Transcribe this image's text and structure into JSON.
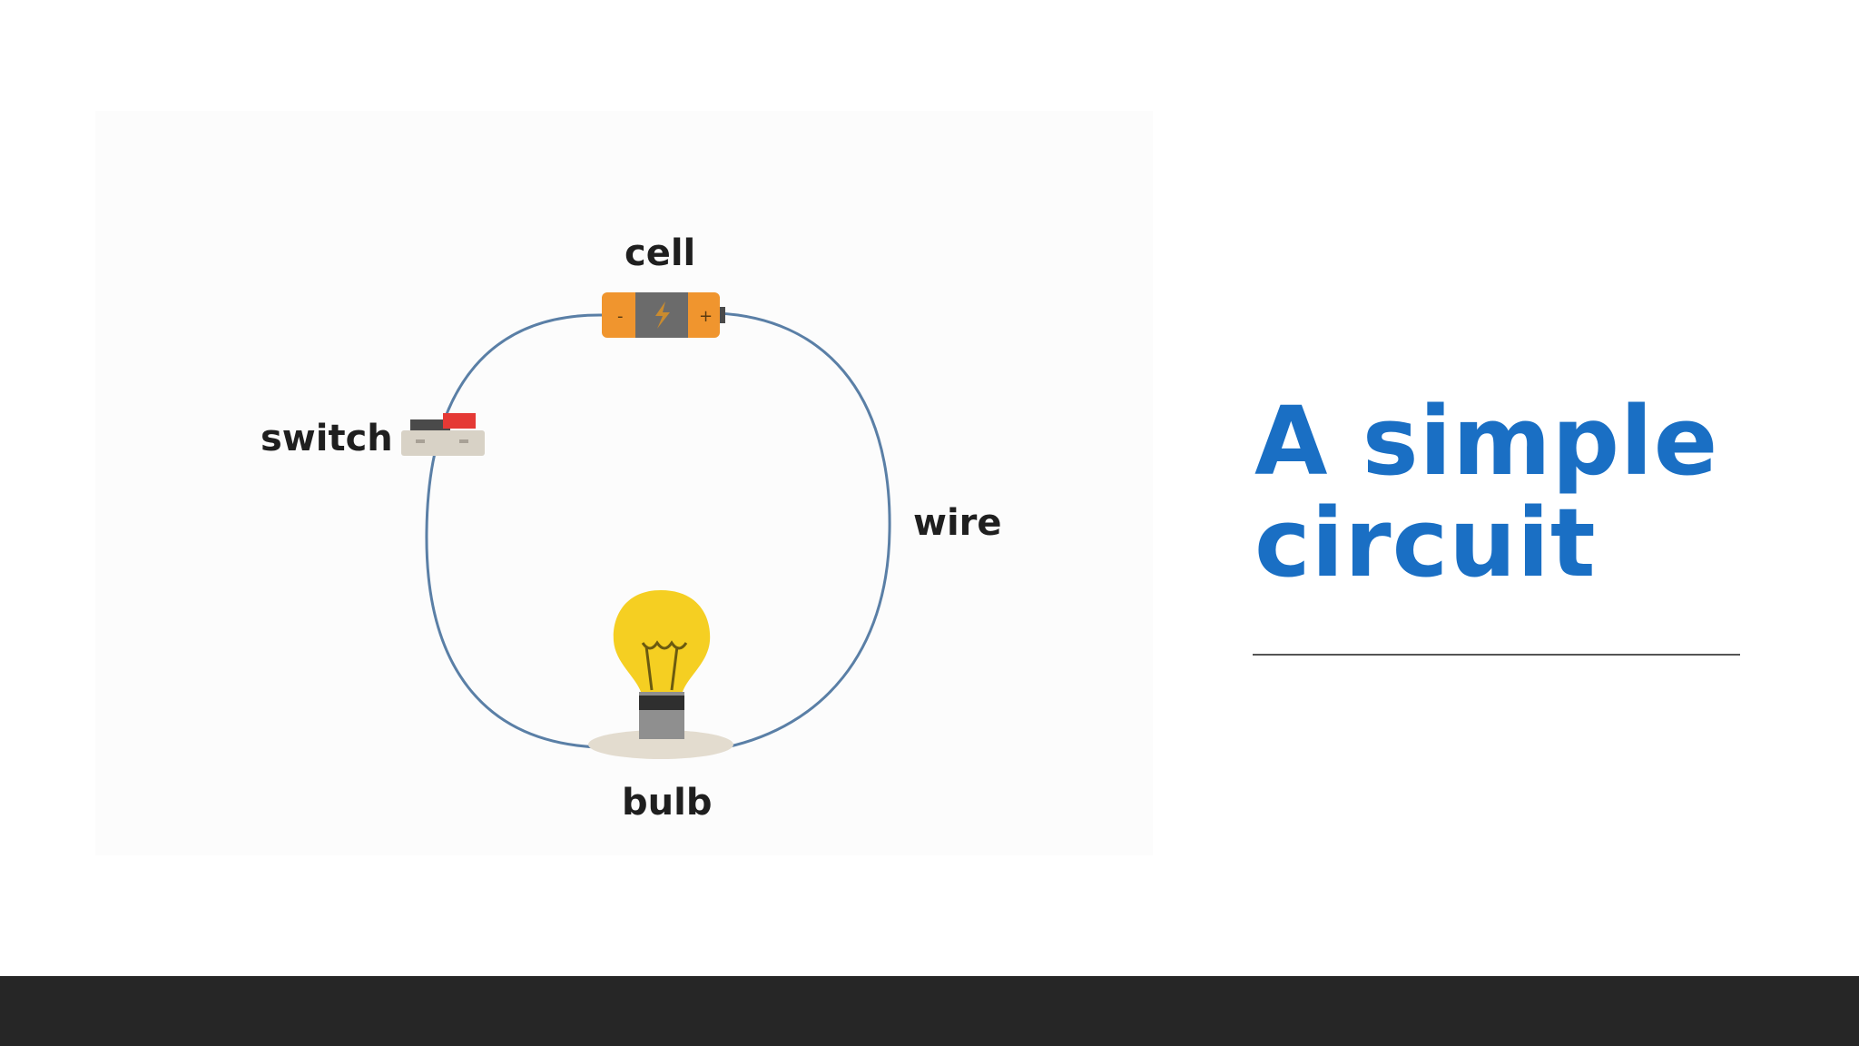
{
  "slide": {
    "title_line1": "A simple",
    "title_line2": "circuit"
  },
  "diagram": {
    "labels": {
      "cell": "cell",
      "switch": "switch",
      "wire": "wire",
      "bulb": "bulb"
    }
  },
  "colors": {
    "title": "#1a6fc4",
    "wire": "#5a7fa6",
    "footer": "#262626",
    "cell_body": "#f0952e",
    "cell_center": "#6b6b6b",
    "bulb_glass": "#f5cf22",
    "switch_lever": "#e53935"
  }
}
